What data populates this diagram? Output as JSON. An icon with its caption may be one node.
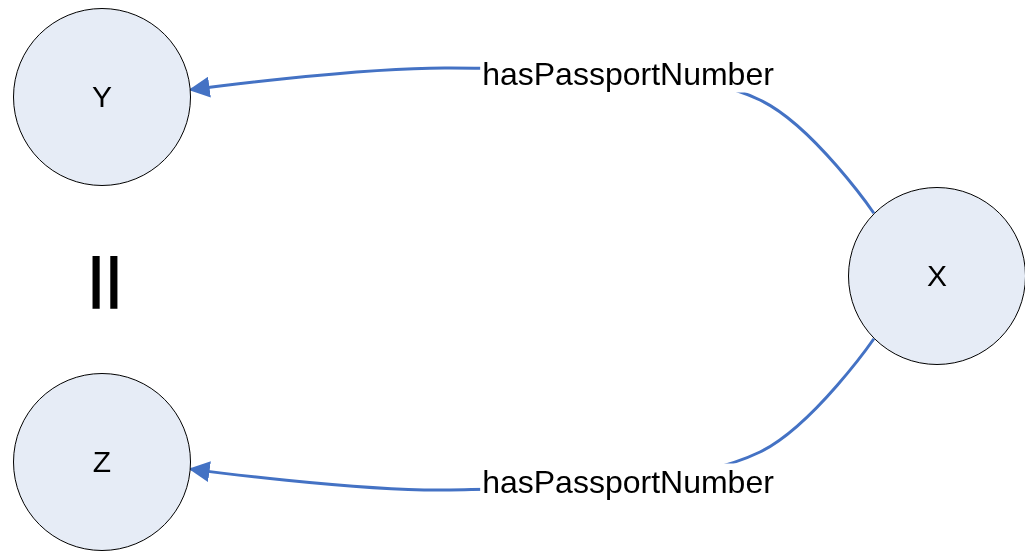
{
  "diagram": {
    "nodes": [
      {
        "text": [
          "Y"
        ]
      },
      {
        "text": [
          "X"
        ]
      },
      {
        "text": [
          "Z"
        ]
      }
    ],
    "edges": [
      {
        "from": 1,
        "to": 0,
        "arrow": "to",
        "label": "hasPassportNumber"
      },
      {
        "from": 1,
        "to": 2,
        "arrow": "to",
        "label": "hasPassportNumber"
      }
    ],
    "labels": [
      "||"
    ]
  }
}
